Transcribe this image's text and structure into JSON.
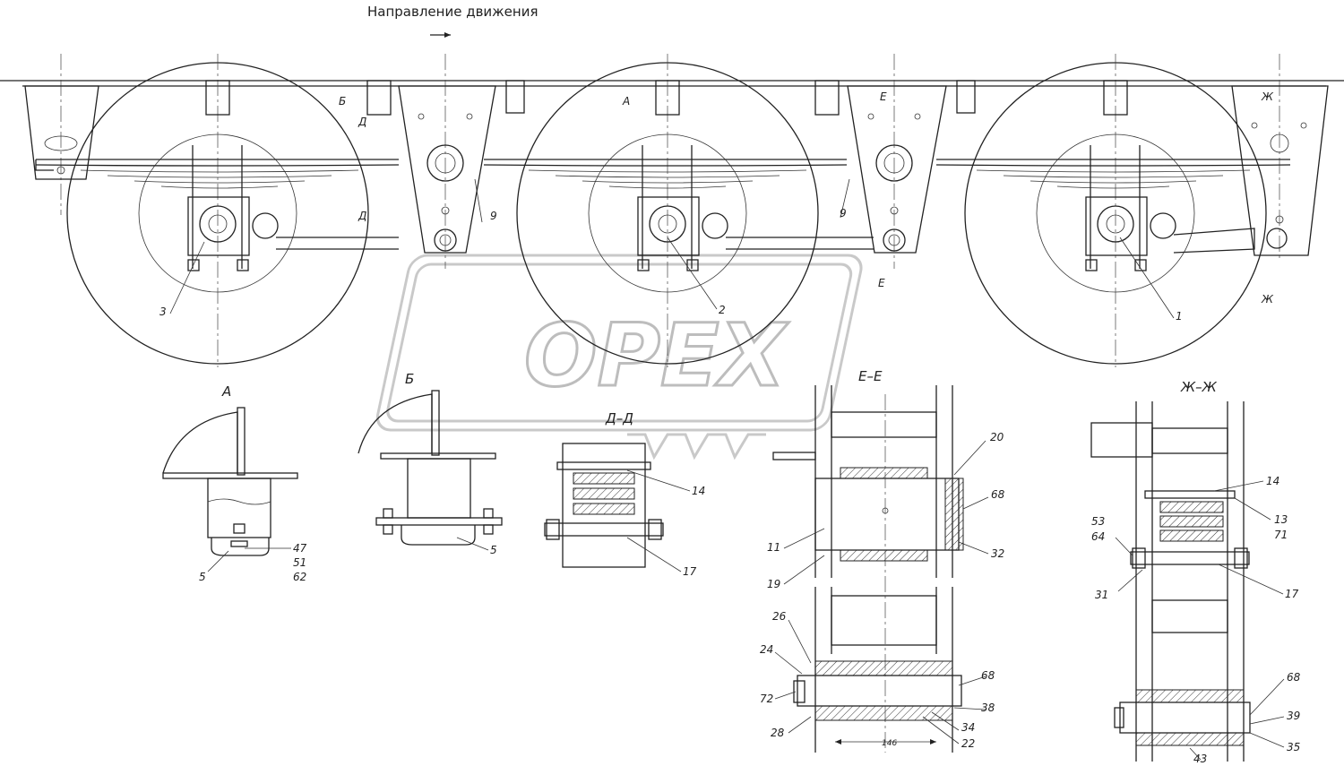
{
  "title": "Направление движения",
  "watermark": "OPEX",
  "section_labels": {
    "a": "А",
    "b": "Б",
    "d": "Д",
    "e": "Е",
    "zh": "Ж",
    "view_a": "А",
    "view_b": "Б",
    "section_dd": "Д–Д",
    "section_ee": "Е–Е",
    "section_zhzh": "Ж–Ж"
  },
  "callouts": {
    "c1": "1",
    "c2": "2",
    "c3": "3",
    "c5a": "5",
    "c5b": "5",
    "c9a": "9",
    "c9b": "9",
    "c47": "47",
    "c51": "51",
    "c62": "62",
    "c14a": "14",
    "c17a": "17",
    "c20": "20",
    "c68a": "68",
    "c32": "32",
    "c11": "11",
    "c19": "19",
    "c26": "26",
    "c24": "24",
    "c72": "72",
    "c28": "28",
    "c68b": "68",
    "c38": "38",
    "c34": "34",
    "c22": "22",
    "c14b": "14",
    "c13": "13",
    "c71": "71",
    "c53": "53",
    "c64": "64",
    "c31": "31",
    "c17b": "17",
    "c68c": "68",
    "c39": "39",
    "c35": "35",
    "c43": "43"
  },
  "dimension_146": "146",
  "colors": {
    "line": "#222222",
    "watermark": "#c9c9c9",
    "background": "#ffffff"
  }
}
